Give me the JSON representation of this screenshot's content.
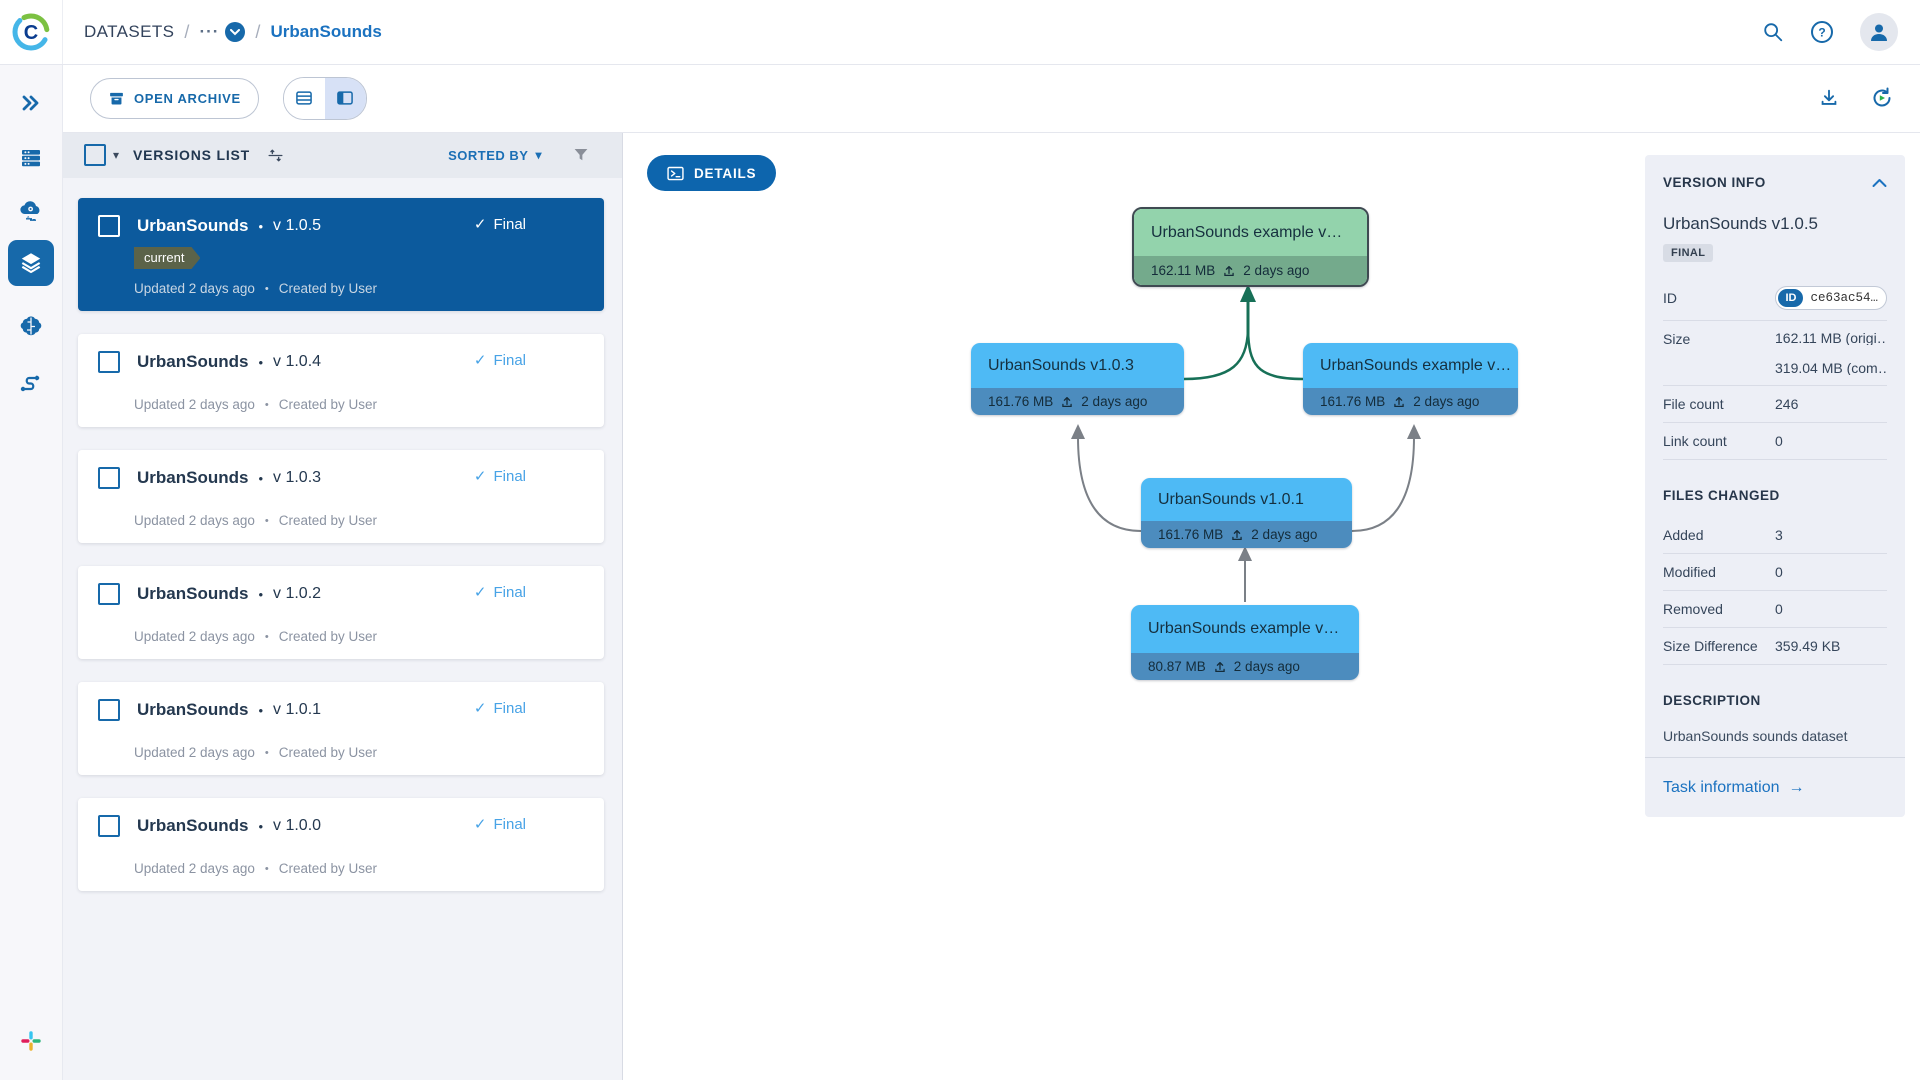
{
  "colors": {
    "accent_blue": "#1769aa",
    "selected_card": "#0c5a9d",
    "node_blue": "#4ebaf5",
    "node_blue_footer": "#4c8cbe",
    "node_green": "#93d3ac",
    "node_green_footer": "#74aa8c",
    "edge_green": "#177057",
    "edge_gray": "#7b8087",
    "current_tag": "#5b6349"
  },
  "icons": {
    "check": "✓",
    "caret": "▾",
    "arrow_right": "→",
    "breadcrumb_dots": "···",
    "bullet": "•"
  },
  "topbar": {
    "breadcrumb": {
      "root": "DATASETS",
      "separator": "/",
      "current": "UrbanSounds"
    }
  },
  "toolbar": {
    "open_archive": "OPEN ARCHIVE"
  },
  "versions_panel": {
    "title": "VERSIONS LIST",
    "sorted_by": "SORTED BY",
    "items": [
      {
        "name": "UrbanSounds",
        "version": "v 1.0.5",
        "status": "Final",
        "tag": "current",
        "updated": "Updated 2 days ago",
        "created": "Created by User"
      },
      {
        "name": "UrbanSounds",
        "version": "v 1.0.4",
        "status": "Final",
        "updated": "Updated 2 days ago",
        "created": "Created by User"
      },
      {
        "name": "UrbanSounds",
        "version": "v 1.0.3",
        "status": "Final",
        "updated": "Updated 2 days ago",
        "created": "Created by User"
      },
      {
        "name": "UrbanSounds",
        "version": "v 1.0.2",
        "status": "Final",
        "updated": "Updated 2 days ago",
        "created": "Created by User"
      },
      {
        "name": "UrbanSounds",
        "version": "v 1.0.1",
        "status": "Final",
        "updated": "Updated 2 days ago",
        "created": "Created by User"
      },
      {
        "name": "UrbanSounds",
        "version": "v 1.0.0",
        "status": "Final",
        "updated": "Updated 2 days ago",
        "created": "Created by User"
      }
    ]
  },
  "graph": {
    "details": "DETAILS",
    "nodes": [
      {
        "title": "UrbanSounds example v…",
        "size": "162.11 MB",
        "time": "2 days ago"
      },
      {
        "title": "UrbanSounds v1.0.3",
        "size": "161.76 MB",
        "time": "2 days ago"
      },
      {
        "title": "UrbanSounds example v…",
        "size": "161.76 MB",
        "time": "2 days ago"
      },
      {
        "title": "UrbanSounds v1.0.1",
        "size": "161.76 MB",
        "time": "2 days ago"
      },
      {
        "title": "UrbanSounds example v…",
        "size": "80.87 MB",
        "time": "2 days ago"
      }
    ]
  },
  "version_info": {
    "section_title": "VERSION INFO",
    "name": "UrbanSounds v1.0.5",
    "status_badge": "FINAL",
    "id_label": "ID",
    "id_chip": "ID",
    "id_value": "ce63ac54…",
    "size_label": "Size",
    "size_original": "162.11 MB (origi…",
    "size_compressed": "319.04 MB (com…",
    "file_count_label": "File count",
    "file_count": "246",
    "link_count_label": "Link count",
    "link_count": "0",
    "files_changed": {
      "title": "FILES CHANGED",
      "added_label": "Added",
      "added": "3",
      "modified_label": "Modified",
      "modified": "0",
      "removed_label": "Removed",
      "removed": "0",
      "size_diff_label": "Size Difference",
      "size_diff": "359.49 KB"
    },
    "description_title": "DESCRIPTION",
    "description": "UrbanSounds sounds dataset",
    "task_link": "Task information"
  }
}
